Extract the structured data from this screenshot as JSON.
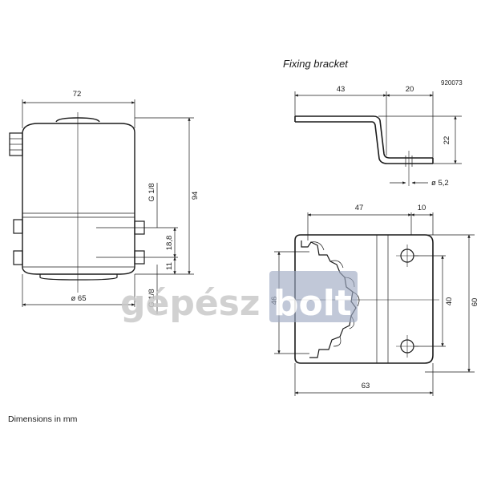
{
  "caption": "Dimensions in mm",
  "reference_number": "920073",
  "bracket_title": "Fixing bracket",
  "watermark": {
    "left": "gépész",
    "right": "bolt",
    "box_color": "#9ea9c3",
    "text_color": "#c9c9c9"
  },
  "actuator_dims": {
    "width": "72",
    "height": "94",
    "diameter": "ø 65",
    "thread_top": "G 1/8",
    "thread_bottom": "G 1/8",
    "port_spacing": "18,8",
    "port_offset": "11"
  },
  "bracket_side_dims": {
    "length": "43",
    "offset": "20",
    "height": "22",
    "hole": "ø 5,2"
  },
  "bracket_front_dims": {
    "width_left": "47",
    "width_right": "10",
    "height_left": "46",
    "hole_spacing": "40",
    "height_total": "60",
    "width_total": "63"
  }
}
